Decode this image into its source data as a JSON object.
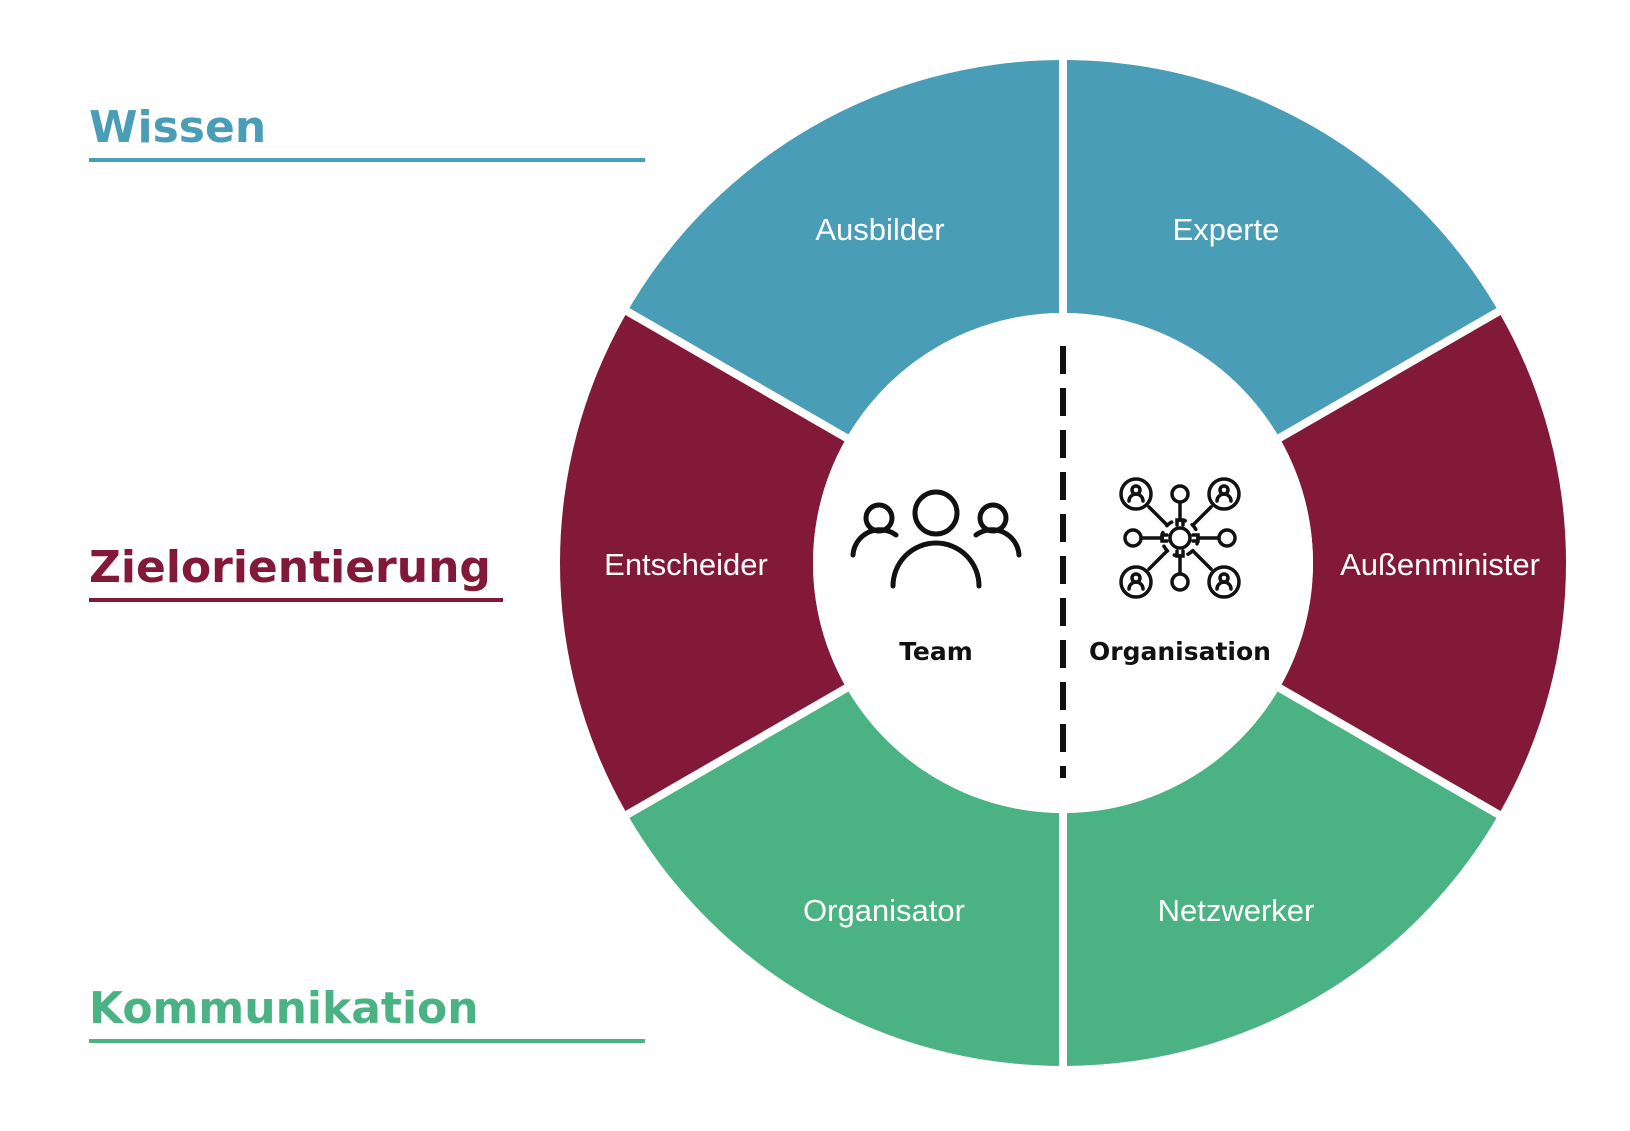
{
  "colors": {
    "wissen": "#4a9db6",
    "zielorientierung": "#821938",
    "kommunikation": "#4bb383",
    "divider": "#111111"
  },
  "categories": {
    "wissen": "Wissen",
    "zielorientierung": "Zielorientierung",
    "kommunikation": "Kommunikation"
  },
  "segments": {
    "ausbilder": "Ausbilder",
    "experte": "Experte",
    "entscheider": "Entscheider",
    "aussenminister": "Außenminister",
    "organisator": "Organisator",
    "netzwerker": "Netzwerker"
  },
  "center": {
    "team": "Team",
    "organisation": "Organisation",
    "team_icon": "team-people-icon",
    "organisation_icon": "network-gear-icon"
  }
}
